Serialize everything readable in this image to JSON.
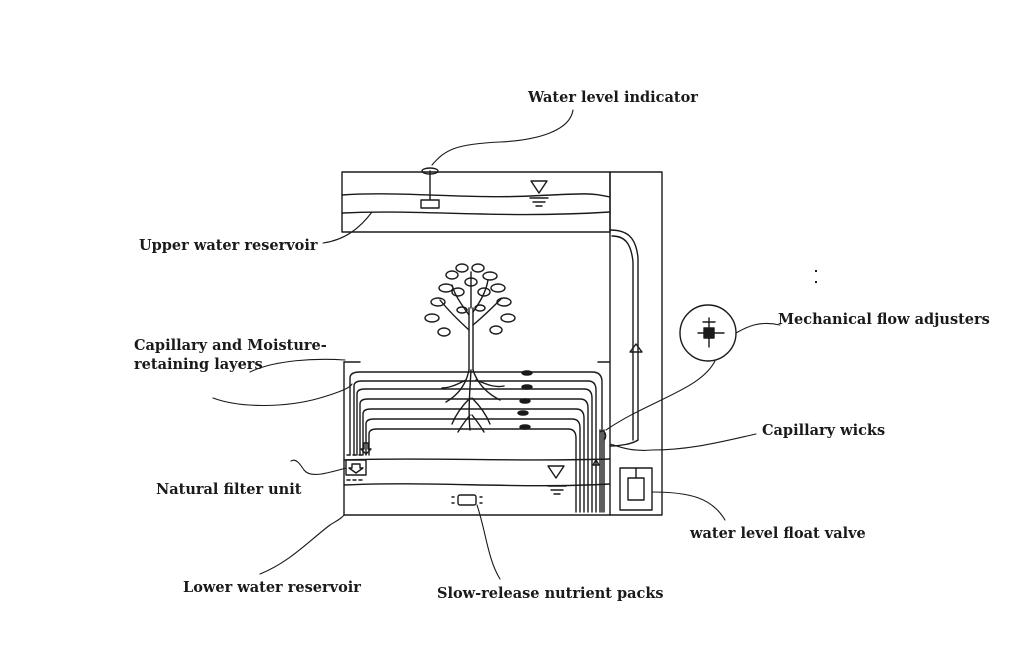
{
  "labels": {
    "water_level_indicator": "Water level indicator",
    "upper_water_reservoir": "Upper water reservoir",
    "capillary_layers_line1": "Capillary and Moisture-",
    "capillary_layers_line2": "retaining layers",
    "natural_filter_unit": "Natural filter unit",
    "lower_water_reservoir": "Lower water reservoir",
    "slow_release_nutrient_packs": "Slow-release nutrient packs",
    "mechanical_flow_adjusters": "Mechanical flow adjusters",
    "capillary_wicks": "Capillary wicks",
    "water_level_float_valve": "water level float valve"
  },
  "colors": {
    "ink": "#1a1a1a",
    "background": "#ffffff"
  }
}
